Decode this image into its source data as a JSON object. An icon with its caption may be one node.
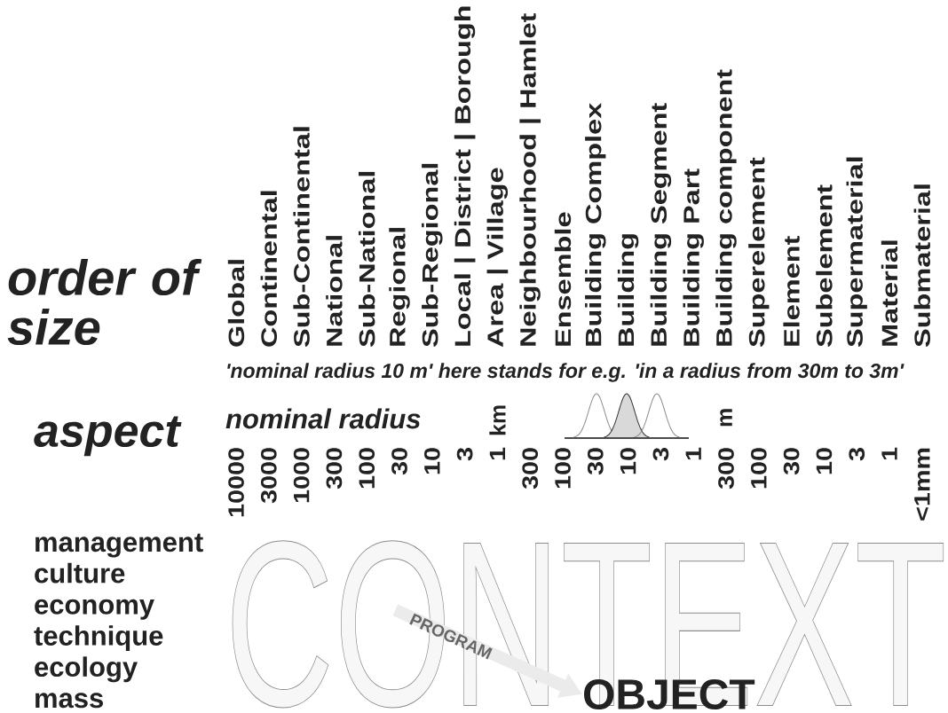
{
  "diagram": {
    "nodes": [
      {
        "text": [
          "CONTEXT"
        ]
      },
      {
        "text": [
          "OBJECT"
        ]
      }
    ],
    "edges": [
      {
        "from": 0,
        "to": 1,
        "arrow": "to",
        "label": "PROGRAM"
      }
    ],
    "labels": [
      "Global",
      "Continental",
      "Sub-Continental",
      "National",
      "Sub-National",
      "Regional",
      "Sub-Regional",
      "Local | District | Borough",
      "Area | Village",
      "Neighbourhood | Hamlet",
      "Ensemble",
      "Building Complex",
      "Building",
      "Building Segment",
      "Building Part",
      "Building component",
      "Superelement",
      "Element",
      "Subelement",
      "Supermaterial",
      "Material",
      "Submaterial",
      "order of size",
      "'nominal radius 10 m' here stands for e.g. 'in a radius from 30m to 3m'",
      "nominal radius",
      "km",
      "m",
      "10000",
      "3000",
      "1000",
      "300",
      "100",
      "30",
      "10",
      "3",
      "1",
      "300",
      "100",
      "30",
      "10",
      "3",
      "1",
      "300",
      "100",
      "30",
      "10",
      "3",
      "1",
      "<1mm",
      "aspect",
      "management",
      "culture",
      "economy",
      "technique",
      "ecology",
      "mass"
    ]
  }
}
